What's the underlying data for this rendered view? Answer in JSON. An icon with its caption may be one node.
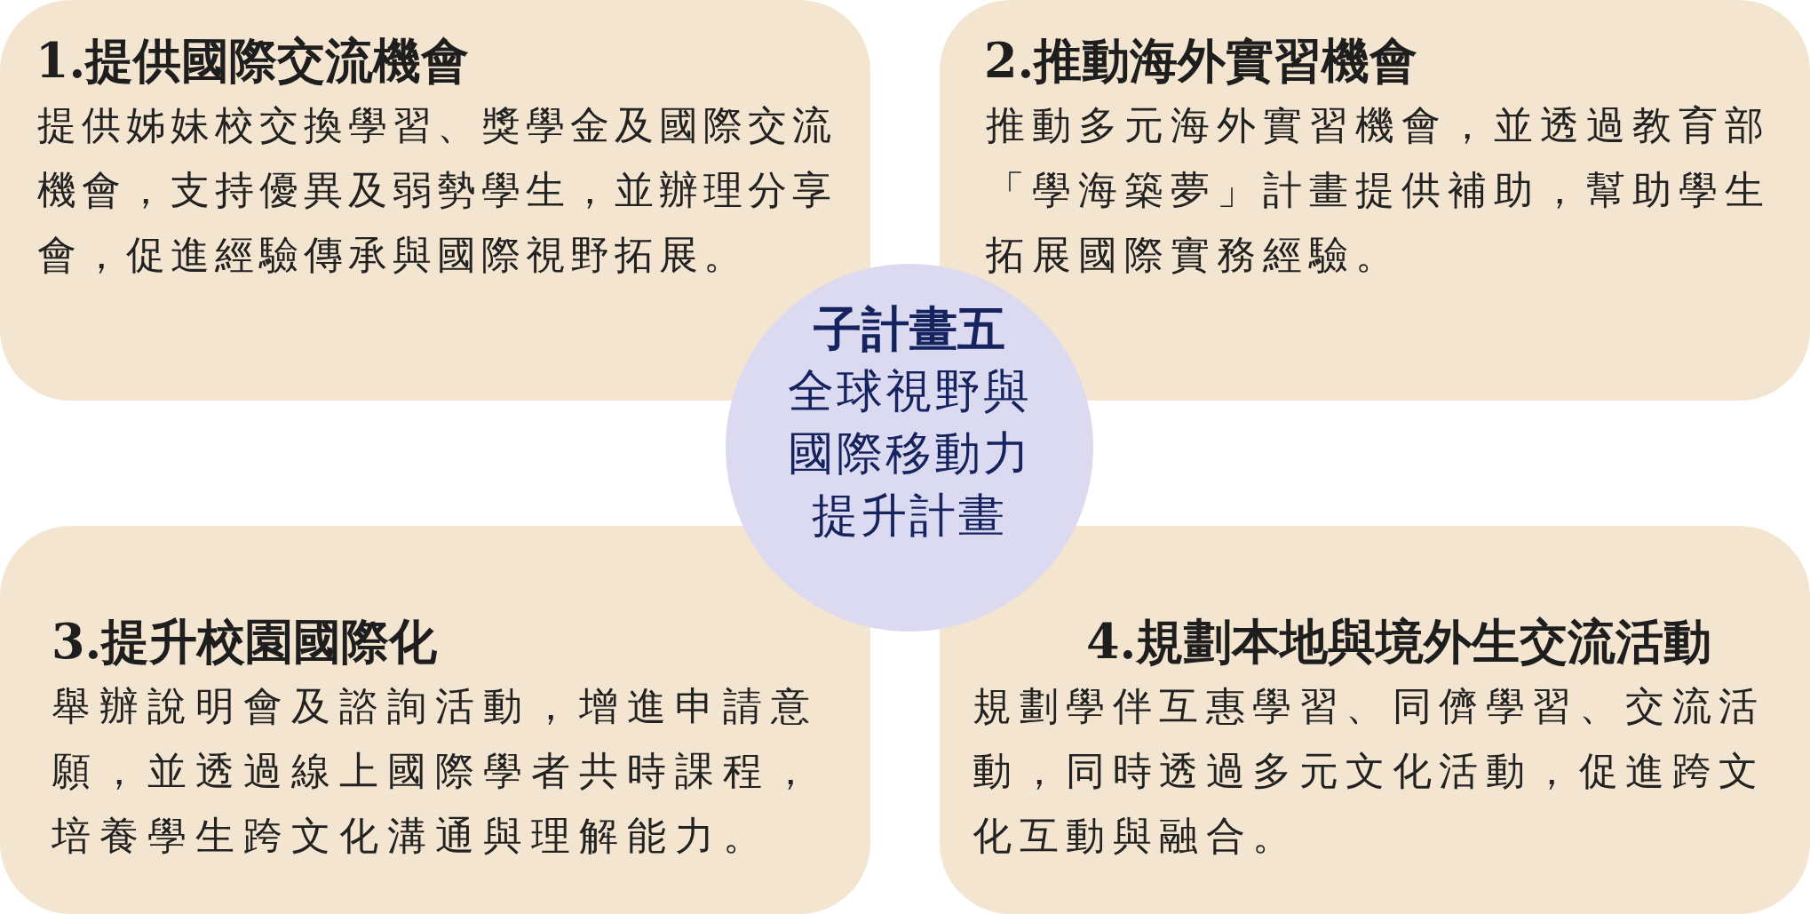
{
  "diagram": {
    "nodes": [
      {
        "text": [
          "1.提供國際交流機會",
          "提供姊妹校交換學習、獎學金及國際交流機會，支持優異及弱勢學生，並辦理分享會，促進經驗傳承與國際視野拓展。"
        ]
      },
      {
        "text": [
          "2.推動海外實習機會",
          "推動多元海外實習機會，並透過教育部「學海築夢」計畫提供補助，幫助學生拓展國際實務經驗。"
        ]
      },
      {
        "text": [
          "子計畫五",
          "全球視野與國際移動力提升計畫"
        ]
      },
      {
        "text": [
          "3.提升校園國際化",
          "舉辦說明會及諮詢活動，增進申請意願，並透過線上國際學者共時課程，培養學生跨文化溝通與理解能力。"
        ]
      },
      {
        "text": [
          "4.規劃本地與境外生交流活動",
          "規劃學伴互惠學習、同儕學習、交流活動，同時透過多元文化活動，促進跨文化互動與融合。"
        ]
      }
    ]
  }
}
